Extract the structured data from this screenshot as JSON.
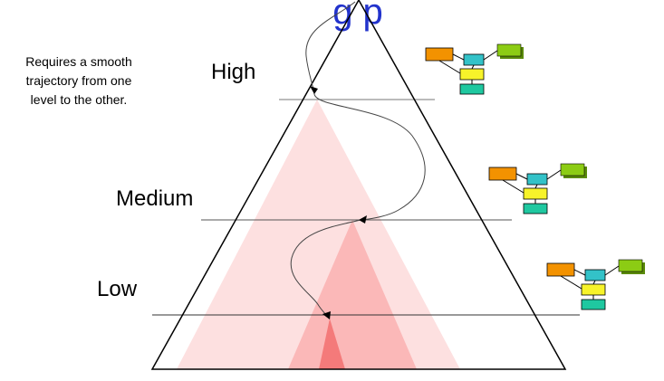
{
  "title_fragment": "g p",
  "note_lines": [
    "Requires a smooth",
    "trajectory from one",
    "level to the other."
  ],
  "levels": {
    "high": "High",
    "medium": "Medium",
    "low": "Low"
  },
  "colors": {
    "outer_triangle_stroke": "#000000",
    "region_light": "#fde0e0",
    "region_mid": "#fbb8b8",
    "region_dark": "#f47a7a",
    "block_orange": "#f39200",
    "block_cyan": "#33c2c8",
    "block_green": "#8ccc14",
    "block_yellow": "#f7f32a",
    "block_teal": "#1fc8a0",
    "title": "#2233cc"
  }
}
